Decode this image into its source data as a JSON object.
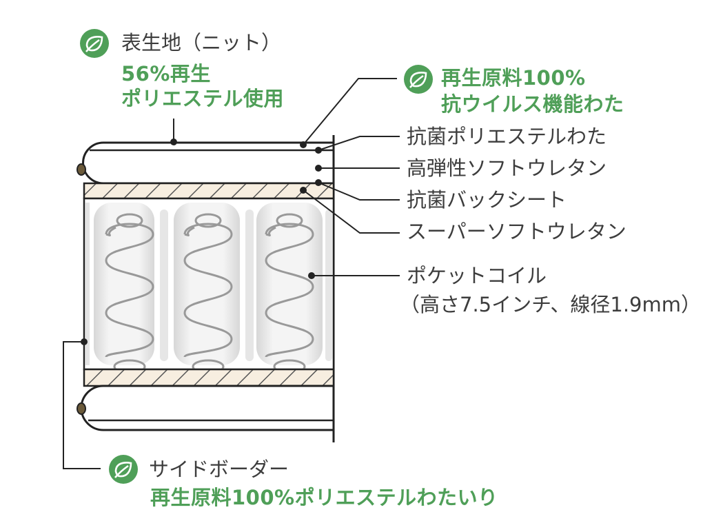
{
  "icons": {
    "leaf": "leaf-icon"
  },
  "colors": {
    "accent": "#4f9f58",
    "line": "#222222",
    "text": "#3d3d3d",
    "coil": "#999999",
    "hatch_fill": "#f7eee0"
  },
  "labels": {
    "surface_fabric": "表生地（ニット）",
    "surface_fabric_note_1": "56%再生",
    "surface_fabric_note_2": "ポリエステル使用",
    "recycled_material_1": "再生原料100%",
    "recycled_material_2": "抗ウイルス機能わた",
    "antibacterial_cotton": "抗菌ポリエステルわた",
    "high_resilience_urethane": "高弾性ソフトウレタン",
    "antibacterial_back_sheet": "抗菌バックシート",
    "super_soft_urethane": "スーパーソフトウレタン",
    "pocket_coil": "ポケットコイル",
    "pocket_coil_spec": "（高さ7.5インチ、線径1.9mm）",
    "side_border": "サイドボーダー",
    "side_border_note": "再生原料100%ポリエステルわたいり"
  }
}
